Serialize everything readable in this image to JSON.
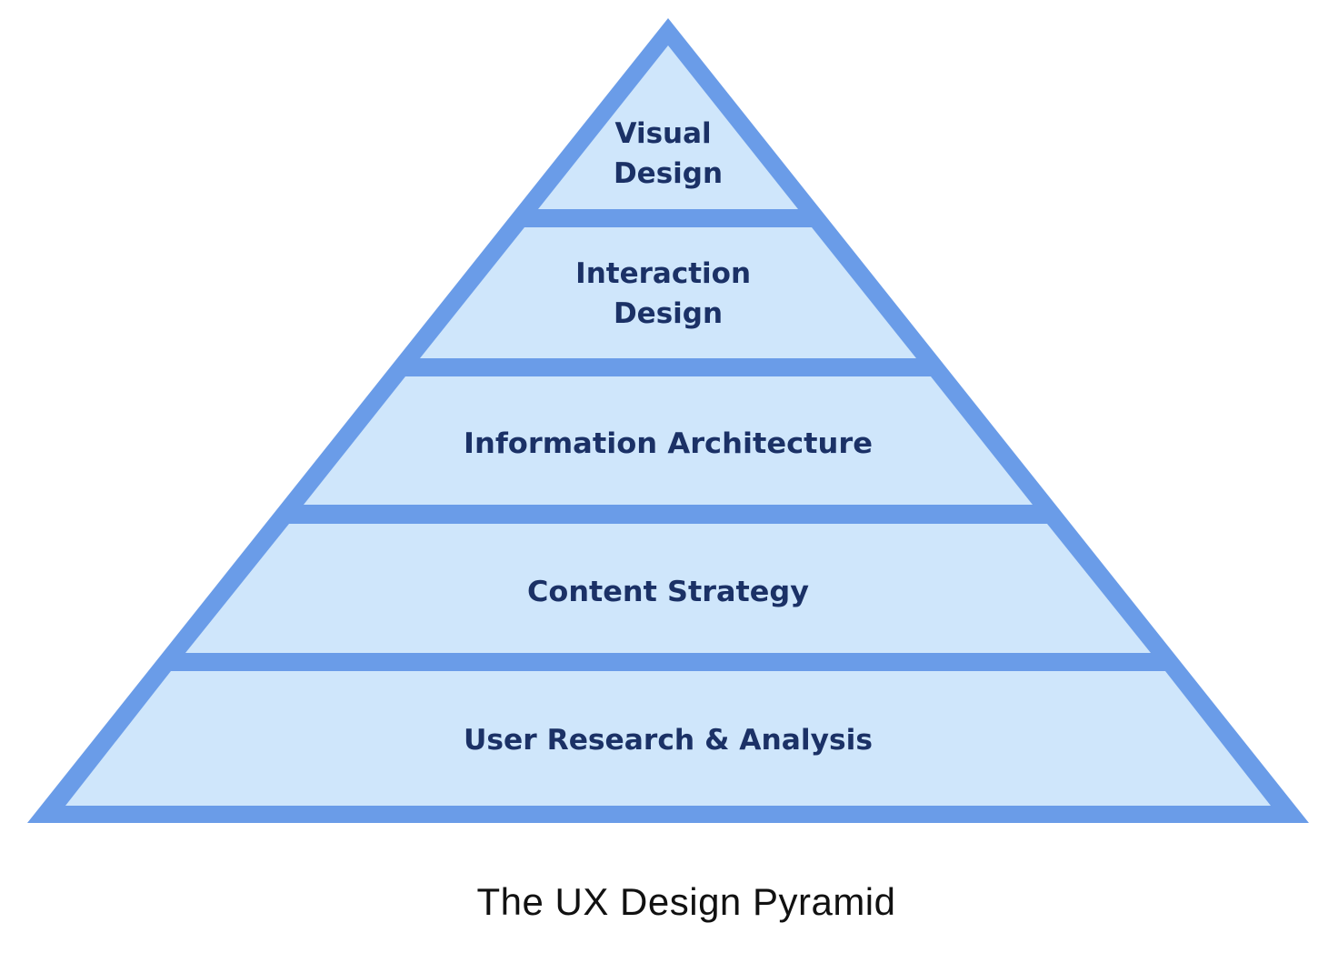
{
  "diagram": {
    "type": "pyramid",
    "fill_color": "#cfe6fb",
    "border_color": "#6a9ce8",
    "label_color": "#1b3166",
    "tiers": [
      {
        "lines": [
          "Visual",
          "Design"
        ]
      },
      {
        "lines": [
          "Interaction",
          "Design"
        ]
      },
      {
        "lines": [
          "Information Architecture"
        ]
      },
      {
        "lines": [
          "Content Strategy"
        ]
      },
      {
        "lines": [
          "User Research & Analysis"
        ]
      }
    ]
  },
  "caption": "The UX Design Pyramid"
}
